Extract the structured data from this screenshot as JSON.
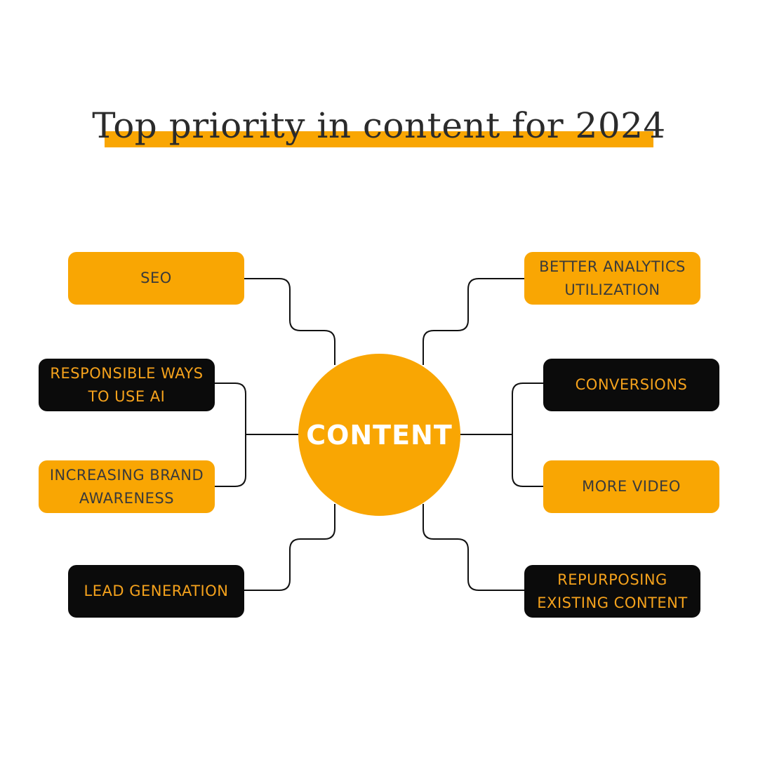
{
  "title": "Top priority in content for 2024",
  "hub": {
    "label": "CONTENT"
  },
  "nodes": {
    "seo": {
      "label": "SEO",
      "style": "orange"
    },
    "responsible_ai": {
      "label": "RESPONSIBLE WAYS\nTO USE AI",
      "style": "black"
    },
    "brand_awareness": {
      "label": "INCREASING BRAND\nAWARENESS",
      "style": "orange"
    },
    "lead_generation": {
      "label": "LEAD GENERATION",
      "style": "black"
    },
    "analytics": {
      "label": "BETTER ANALYTICS\nUTILIZATION",
      "style": "orange"
    },
    "conversions": {
      "label": "CONVERSIONS",
      "style": "black"
    },
    "more_video": {
      "label": "MORE VIDEO",
      "style": "orange"
    },
    "repurposing": {
      "label": "REPURPOSING\nEXISTING CONTENT",
      "style": "black"
    }
  },
  "colors": {
    "accent": "#f9a603",
    "dark": "#0b0b0b",
    "dark_text": "#3a3a3a",
    "accent_text": "#f5a21c",
    "line": "#111111"
  }
}
